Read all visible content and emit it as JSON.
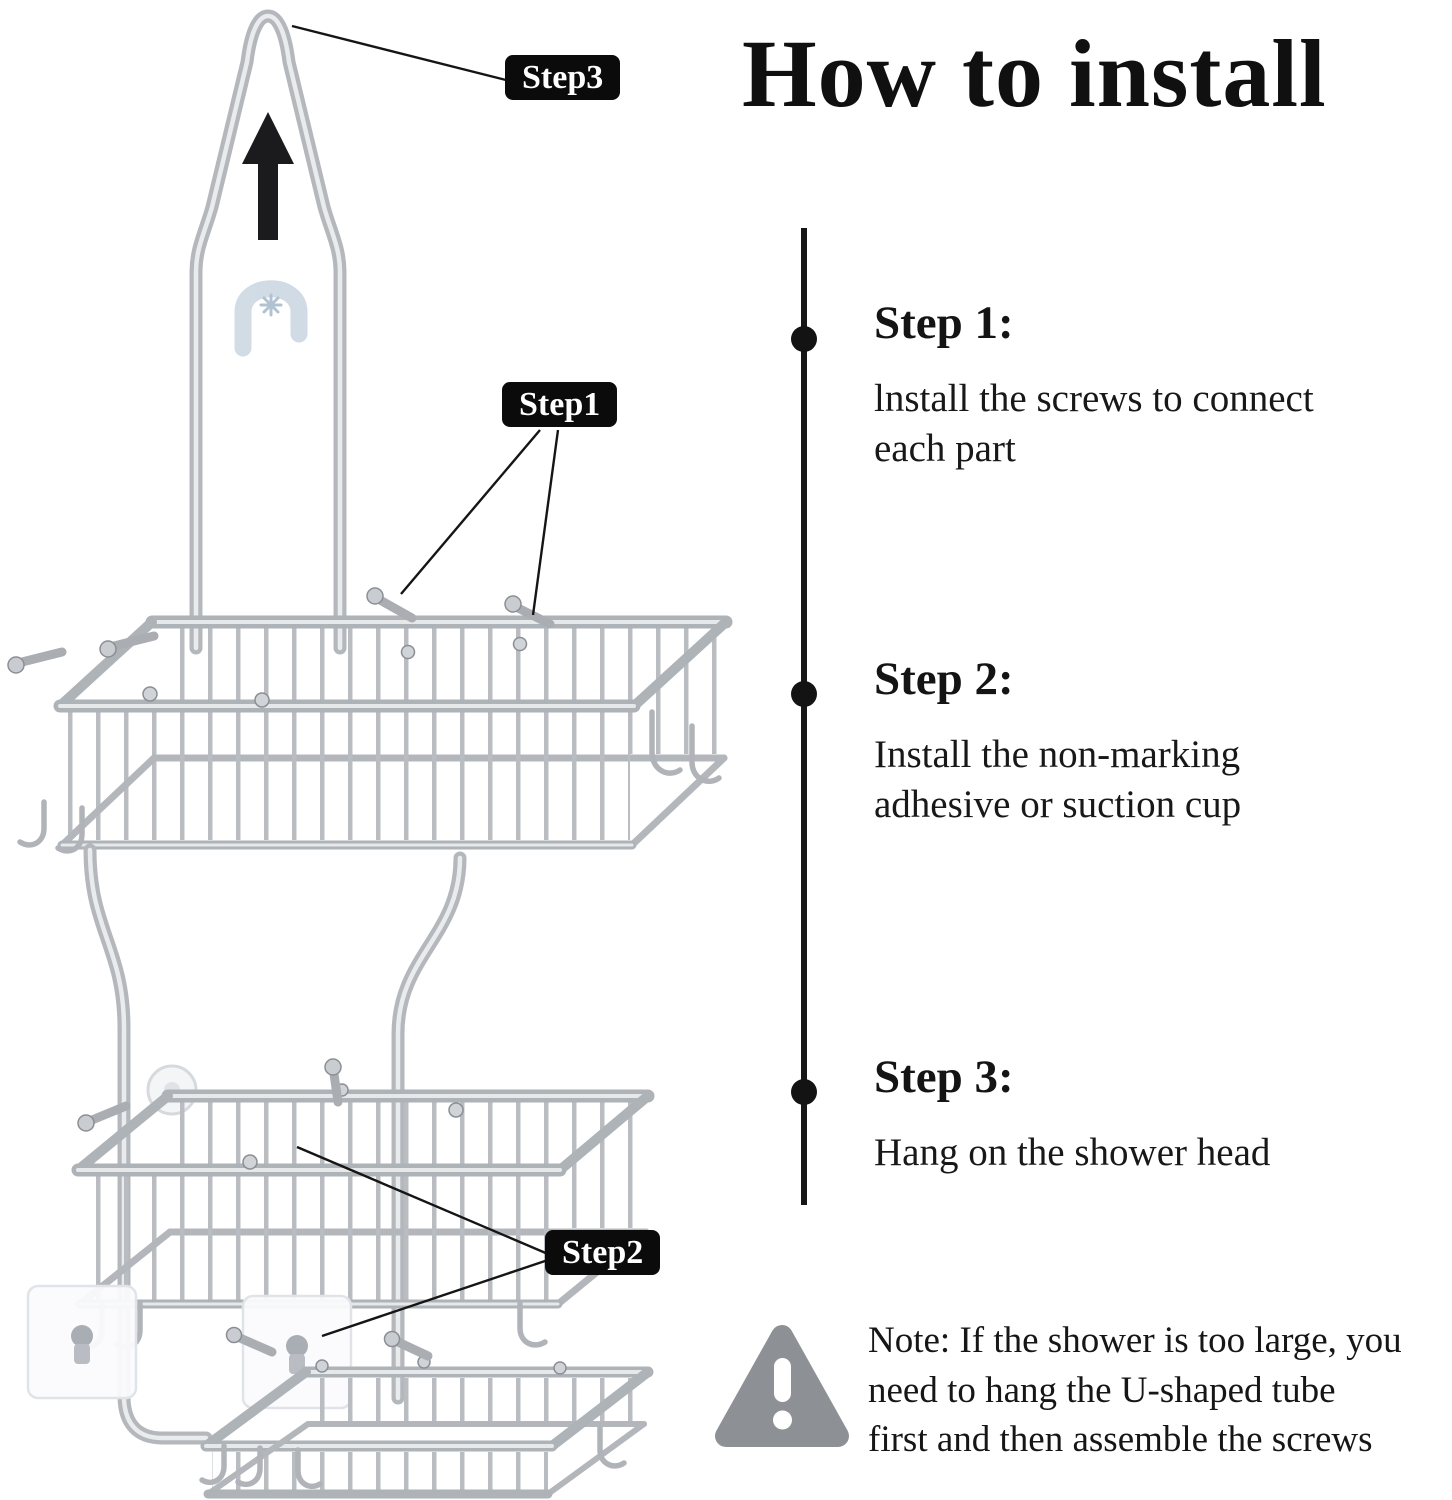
{
  "title": "How to install",
  "diagram": {
    "step1_label": "Step1",
    "step2_label": "Step2",
    "step3_label": "Step3"
  },
  "steps": [
    {
      "heading": "Step 1:",
      "body": "lnstall the screws to connect\neach part"
    },
    {
      "heading": "Step 2:",
      "body": "Install the non-marking\nadhesive or suction cup"
    },
    {
      "heading": "Step 3:",
      "body": "Hang on the shower head"
    }
  ],
  "note": "Note: If the shower is too large, you\nneed to hang the U-shaped tube\nfirst and then assemble the screws",
  "colors": {
    "text": "#121212",
    "label_bg": "#0b0b0b",
    "label_text": "#ffffff",
    "silver": "#b4b8bd",
    "warning_gray": "#8d9196"
  }
}
